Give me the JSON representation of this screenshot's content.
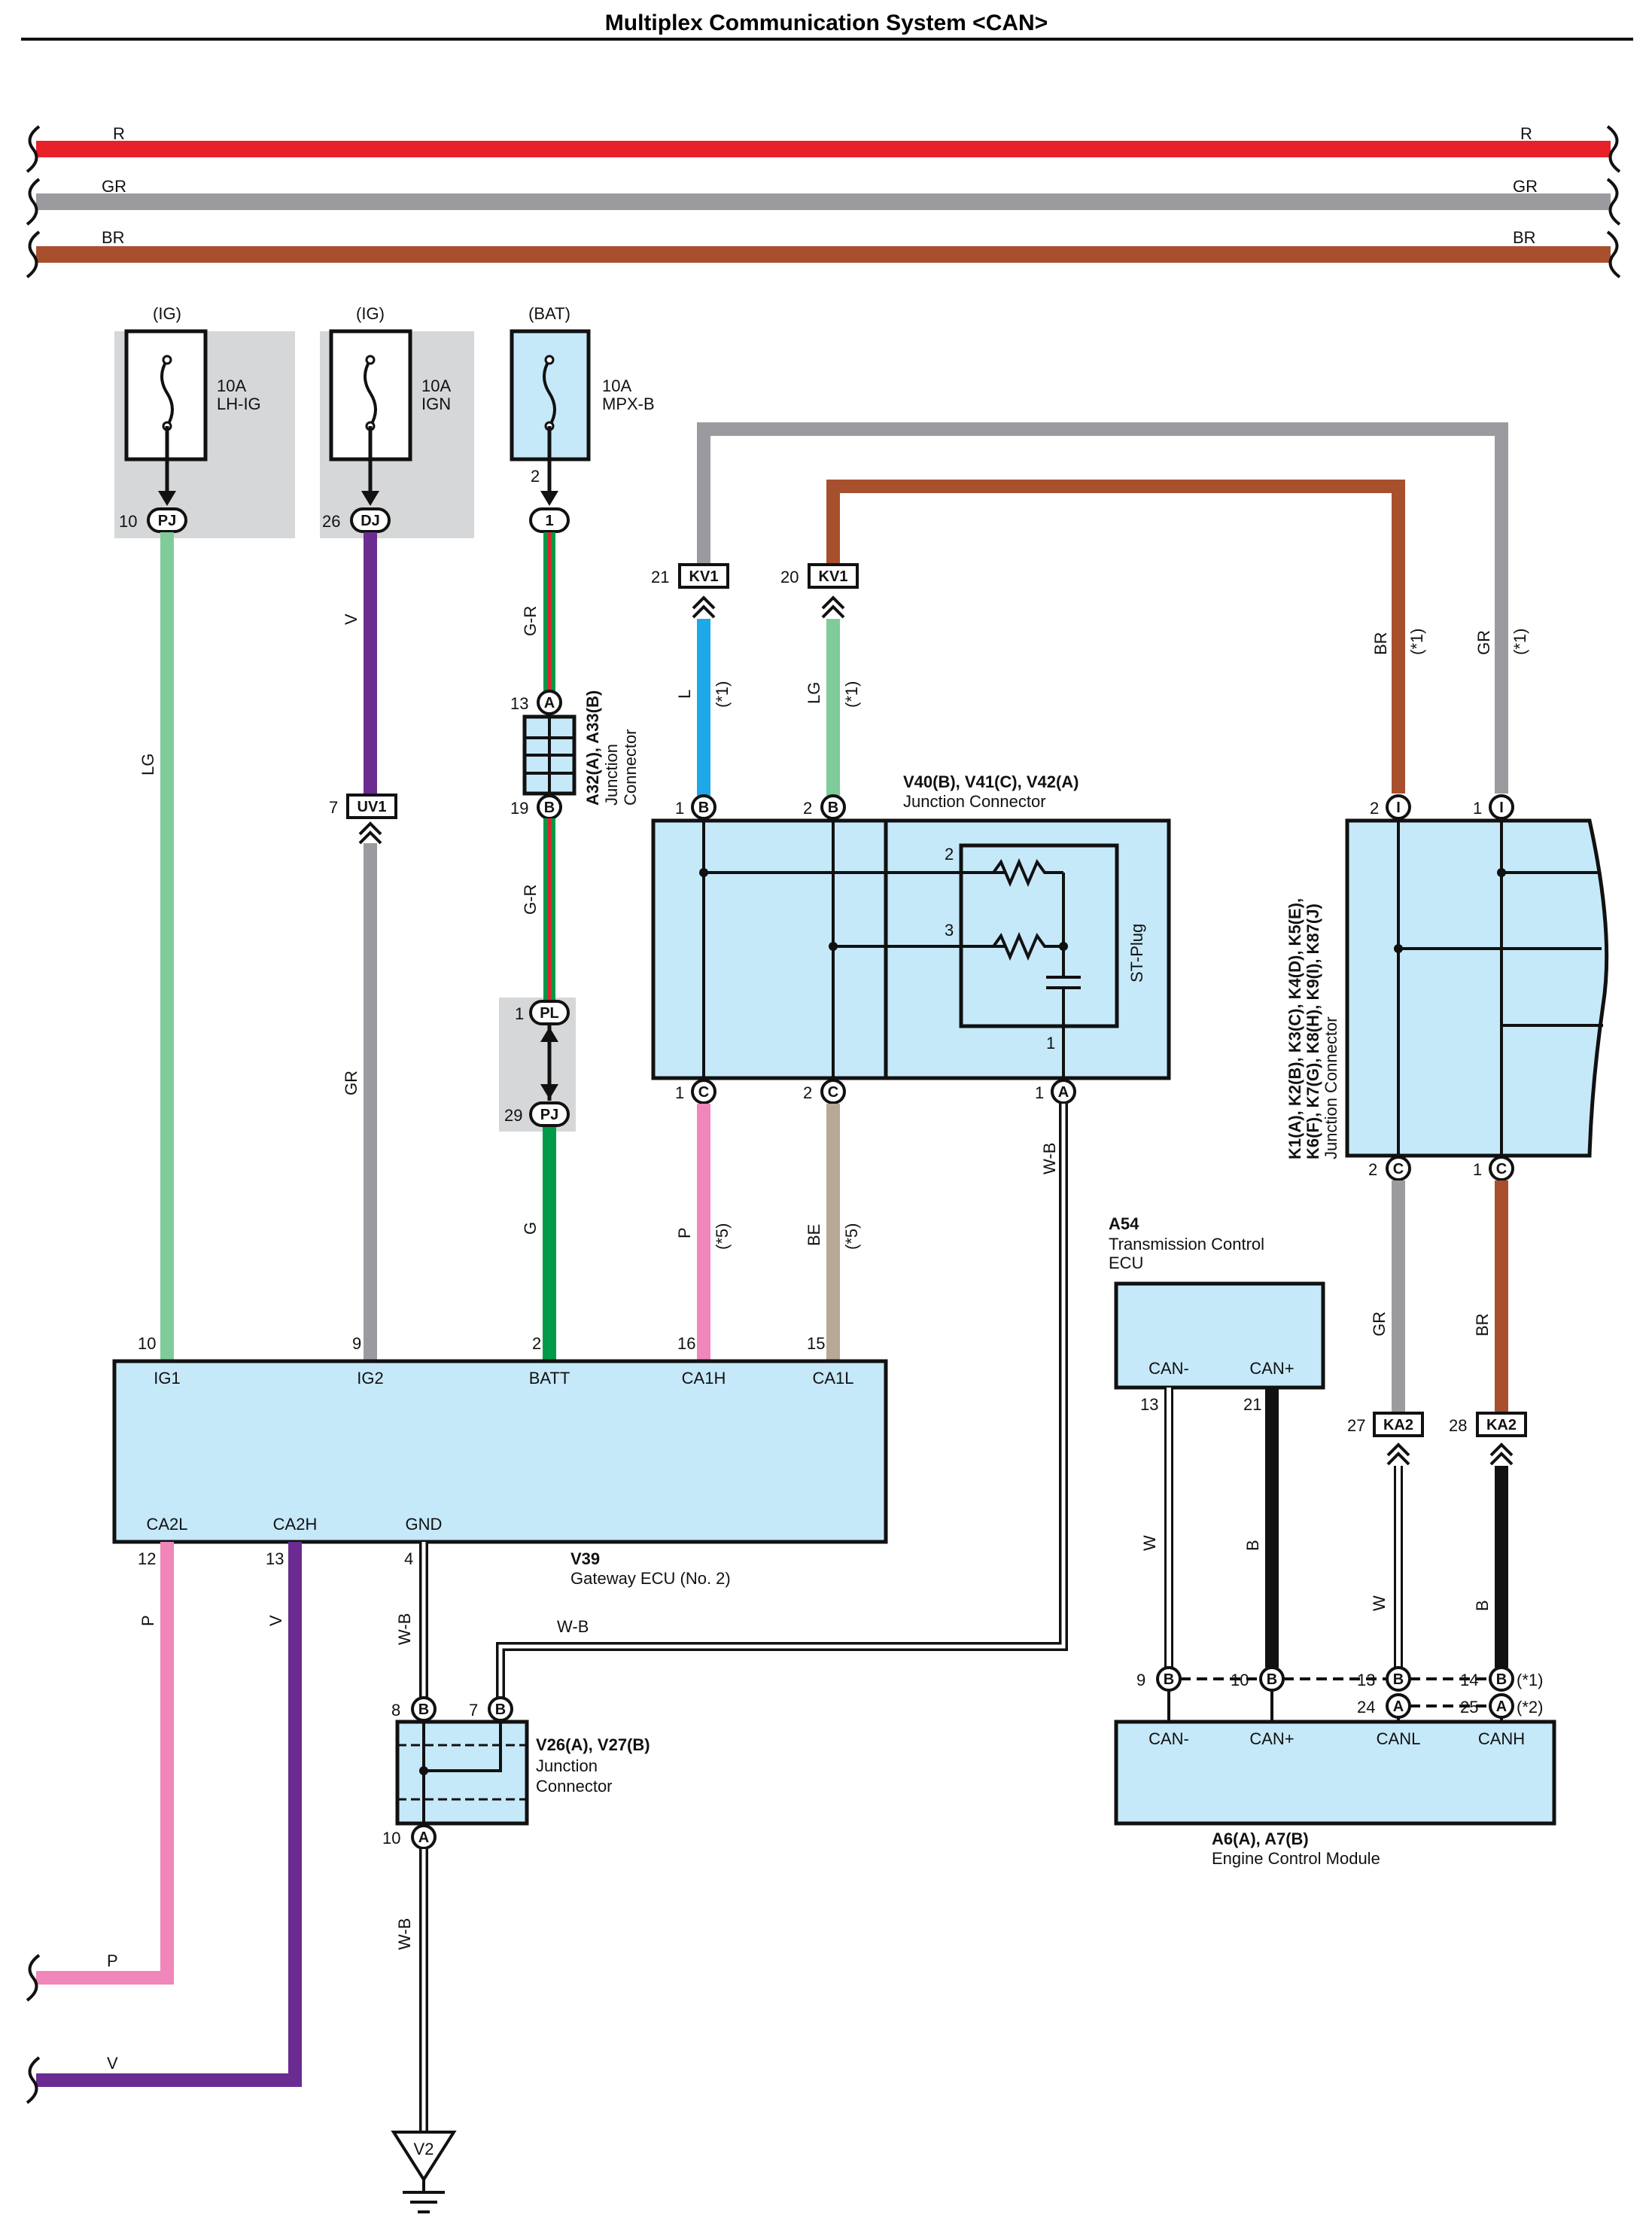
{
  "title": "Multiplex Communication System <CAN>",
  "bus_lines": [
    {
      "label_left": "R",
      "label_right": "R",
      "color": "#e8202a"
    },
    {
      "label_left": "GR",
      "label_right": "GR",
      "color": "#9b9b9f"
    },
    {
      "label_left": "BR",
      "label_right": "BR",
      "color": "#a8502e"
    }
  ],
  "fuses": [
    {
      "source": "(IG)",
      "rating": "10A",
      "name": "LH-IG",
      "connector": "PJ",
      "pin": "10",
      "wire": "LG"
    },
    {
      "source": "(IG)",
      "rating": "10A",
      "name": "IGN",
      "connector": "DJ",
      "pin": "26",
      "wire": "V"
    },
    {
      "source": "(BAT)",
      "rating": "10A",
      "name": "MPX-B",
      "connector": "1",
      "pin": "2",
      "wire": "G-R"
    }
  ],
  "wire_labels": {
    "lg": "LG",
    "v": "V",
    "gr": "GR",
    "gr2": "G-R",
    "gr3": "G-R",
    "g": "G",
    "l": "L",
    "lg2": "LG",
    "p": "P",
    "be": "BE",
    "br": "BR",
    "gr_right": "GR",
    "wb": "W-B",
    "wb2": "W-B",
    "wb3": "W-B",
    "wb4": "W-B",
    "w": "W",
    "b": "B",
    "w2": "W",
    "b2": "B",
    "gr_k": "GR",
    "br_k": "BR",
    "p_bottom": "P",
    "v_bottom": "V",
    "p_left": "P",
    "v_left": "V",
    "note1": "(*1)",
    "note5": "(*5)"
  },
  "connectors": {
    "uv1": {
      "label": "UV1",
      "pin": "7"
    },
    "a32": {
      "pin_a": "13",
      "letter_a": "A",
      "pin_b": "19",
      "letter_b": "B",
      "name": "A32(A), A33(B)",
      "desc1": "Junction",
      "desc2": "Connector"
    },
    "pl": {
      "label": "PL",
      "pin": "1"
    },
    "pj": {
      "label": "PJ",
      "pin": "29"
    },
    "kv1_l": {
      "label": "KV1",
      "pin": "21"
    },
    "kv1_r": {
      "label": "KV1",
      "pin": "20"
    },
    "ka2_l": {
      "label": "KA2",
      "pin": "27"
    },
    "ka2_r": {
      "label": "KA2",
      "pin": "28"
    }
  },
  "v40": {
    "name": "V40(B), V41(C), V42(A)",
    "desc": "Junction Connector",
    "top_pins": [
      {
        "pin": "1",
        "letter": "B"
      },
      {
        "pin": "2",
        "letter": "B"
      }
    ],
    "bottom_pins": [
      {
        "pin": "1",
        "letter": "C"
      },
      {
        "pin": "2",
        "letter": "C"
      },
      {
        "pin": "1",
        "letter": "A"
      }
    ],
    "st_plug": "ST-Plug",
    "st_pins": [
      "2",
      "3",
      "1"
    ]
  },
  "k1": {
    "name_line1": "K1(A), K2(B), K3(C), K4(D), K5(E),",
    "name_line2": "K6(F), K7(G), K8(H), K9(I), K87(J)",
    "desc": "Junction Connector",
    "top_pins": [
      {
        "pin": "2",
        "letter": "I"
      },
      {
        "pin": "1",
        "letter": "I"
      }
    ],
    "bottom_pins": [
      {
        "pin": "2",
        "letter": "C"
      },
      {
        "pin": "1",
        "letter": "C"
      }
    ]
  },
  "gateway": {
    "code": "V39",
    "name": "Gateway ECU (No. 2)",
    "top_terms": [
      {
        "pin": "10",
        "name": "IG1"
      },
      {
        "pin": "9",
        "name": "IG2"
      },
      {
        "pin": "2",
        "name": "BATT"
      },
      {
        "pin": "16",
        "name": "CA1H"
      },
      {
        "pin": "15",
        "name": "CA1L"
      }
    ],
    "bottom_terms": [
      {
        "pin": "12",
        "name": "CA2L"
      },
      {
        "pin": "13",
        "name": "CA2H"
      },
      {
        "pin": "4",
        "name": "GND"
      }
    ]
  },
  "v26": {
    "name": "V26(A), V27(B)",
    "desc1": "Junction",
    "desc2": "Connector",
    "pins": [
      {
        "pin": "8",
        "letter": "B"
      },
      {
        "pin": "7",
        "letter": "B"
      },
      {
        "pin": "10",
        "letter": "A"
      }
    ]
  },
  "ground": {
    "label": "V2"
  },
  "a54": {
    "code": "A54",
    "name1": "Transmission Control",
    "name2": "ECU",
    "terms": [
      {
        "pin": "13",
        "name": "CAN-"
      },
      {
        "pin": "21",
        "name": "CAN+"
      }
    ]
  },
  "ecm": {
    "code": "A6(A), A7(B)",
    "name": "Engine Control Module",
    "terms": [
      "CAN-",
      "CAN+",
      "CANL",
      "CANH"
    ],
    "pins": [
      {
        "pin": "9",
        "letter": "B"
      },
      {
        "pin": "10",
        "letter": "B"
      },
      {
        "pin": "13",
        "letter": "B"
      },
      {
        "pin": "14",
        "letter": "B"
      },
      {
        "pin": "24",
        "letter": "A"
      },
      {
        "pin": "25",
        "letter": "A"
      }
    ],
    "note_b": "(*1)",
    "note_a": "(*2)"
  },
  "colors": {
    "red": "#e8202a",
    "grey": "#9b9b9f",
    "brown": "#a8502e",
    "light_green": "#7fcc9a",
    "purple": "#6a2c91",
    "green": "#009a49",
    "blue": "#1ea8e8",
    "pink": "#f086b9",
    "beige": "#b8a896",
    "black": "#111111",
    "ecu_fill": "#c6e9f9",
    "box_grey": "#d6d7d9"
  }
}
